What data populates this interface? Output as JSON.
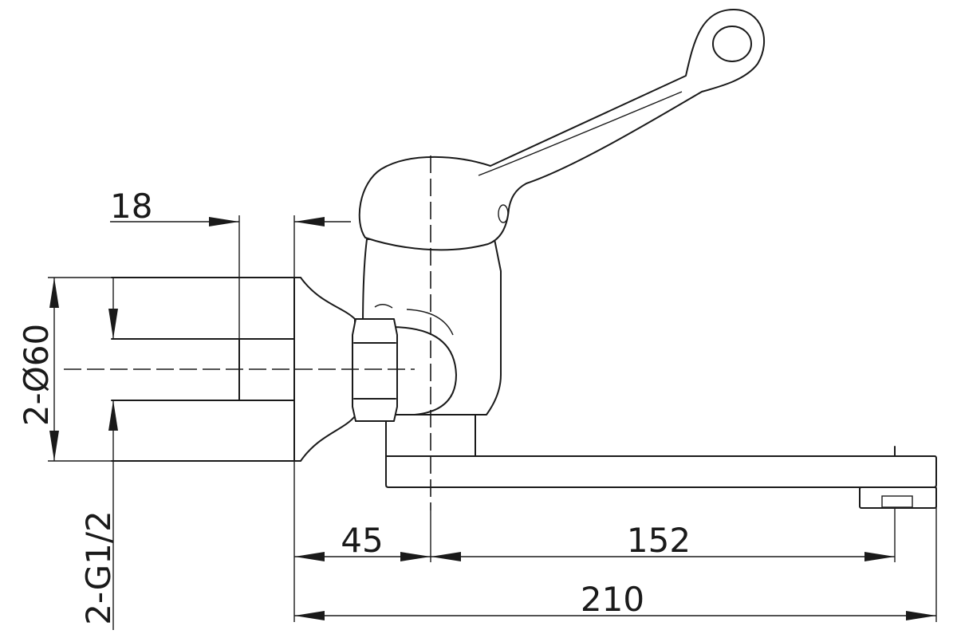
{
  "dimensions": {
    "wall_gap": "18",
    "diameter": "2-Ø60",
    "thread": "2-G1/2",
    "offset": "45",
    "spout_reach": "152",
    "total_length": "210"
  }
}
